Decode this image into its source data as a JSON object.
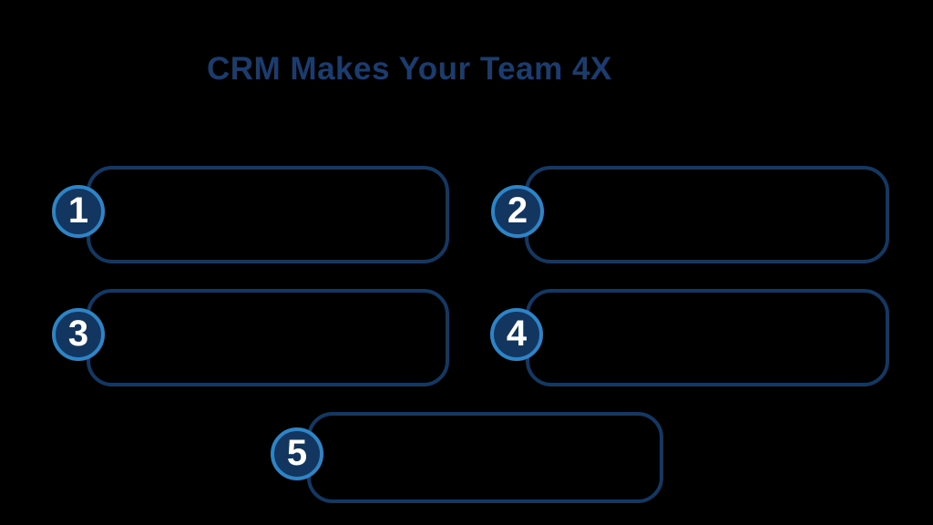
{
  "title": "CRM Makes Your Team 4X",
  "colors": {
    "background": "#000000",
    "title_text": "#1b3c6e",
    "box_border": "#123863",
    "badge_fill": "#12365f",
    "badge_ring": "#2d84c6",
    "badge_number": "#ffffff"
  },
  "items": [
    {
      "number": "1"
    },
    {
      "number": "2"
    },
    {
      "number": "3"
    },
    {
      "number": "4"
    },
    {
      "number": "5"
    }
  ]
}
